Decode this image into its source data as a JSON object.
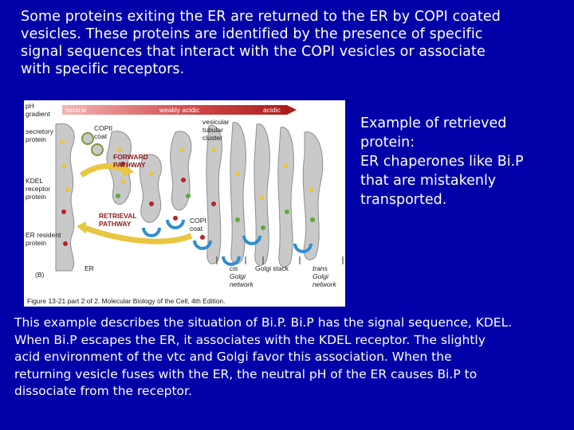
{
  "intro_text": "Some proteins exiting the ER are returned to the ER by COPI coated\nvesicles.  These proteins are identified by the presence of specific\nsignal sequences that interact with the COPI vesicles or associate\nwith specific receptors.",
  "side_text": "Example of retrieved\nprotein:\nER chaperones like Bi.P\nthat are mistakenly\ntransported.",
  "description_text": "This example describes the situation of Bi.P.  Bi.P has the signal sequence, KDEL.\nWhen Bi.P escapes the ER, it associates with the KDEL receptor.  The slightly\nacid environment of the vtc and Golgi favor this association.  When the\nreturning vesicle fuses with the ER, the neutral pH of the ER causes Bi.P to\ndissociate from the receptor.",
  "figure": {
    "ph_label_line1": "pH",
    "ph_label_line2": "gradient",
    "neutral": "neutral",
    "weakly_acidic": "weakly acidic",
    "acidic": "acidic",
    "secretory_protein_line1": "secretory",
    "secretory_protein_line2": "protein",
    "copii_line1": "COPII",
    "copii_line2": "coat",
    "vtc_line1": "vesicular",
    "vtc_line2": "tubular",
    "vtc_line3": "cluster",
    "forward_line1": "FORWARD",
    "forward_line2": "PATHWAY",
    "kdel_line1": "KDEL",
    "kdel_line2": "receptor",
    "kdel_line3": "protein",
    "retrieval_line1": "RETRIEVAL",
    "retrieval_line2": "PATHWAY",
    "copi_line1": "COPI",
    "copi_line2": "coat",
    "er_resident_line1": "ER resident",
    "er_resident_line2": "protein",
    "er": "ER",
    "panel": "(B)",
    "cis_line1": "cis",
    "cis_line2": "Golgi",
    "cis_line3": "network",
    "golgi_stack": "Golgi stack",
    "trans_line1": "trans",
    "trans_line2": "Golgi",
    "trans_line3": "network",
    "caption": "Figure 13-21 part 2 of 2. Molecular Biology of the Cell, 4th Edition.",
    "colors": {
      "membrane": "#c9c9c9",
      "coat_blue": "#2f8fd0",
      "arrow_yellow": "#e8c640",
      "protein_red": "#b8232a",
      "protein_green": "#5fa83a"
    }
  }
}
